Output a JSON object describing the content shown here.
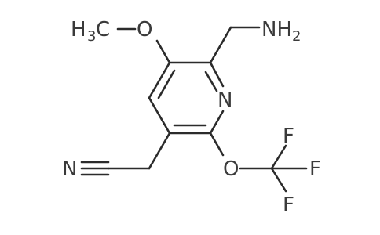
{
  "molecule": {
    "atoms": {
      "methyl": "H",
      "methyl_c": "C",
      "methyl_sub": "3",
      "methoxy_o": "O",
      "amine_n": "NH",
      "amine_sub": "2",
      "ring_n": "N",
      "nitrile_n": "N",
      "ether_o": "O",
      "f_top": "F",
      "f_mid": "F",
      "f_bot": "F"
    }
  }
}
